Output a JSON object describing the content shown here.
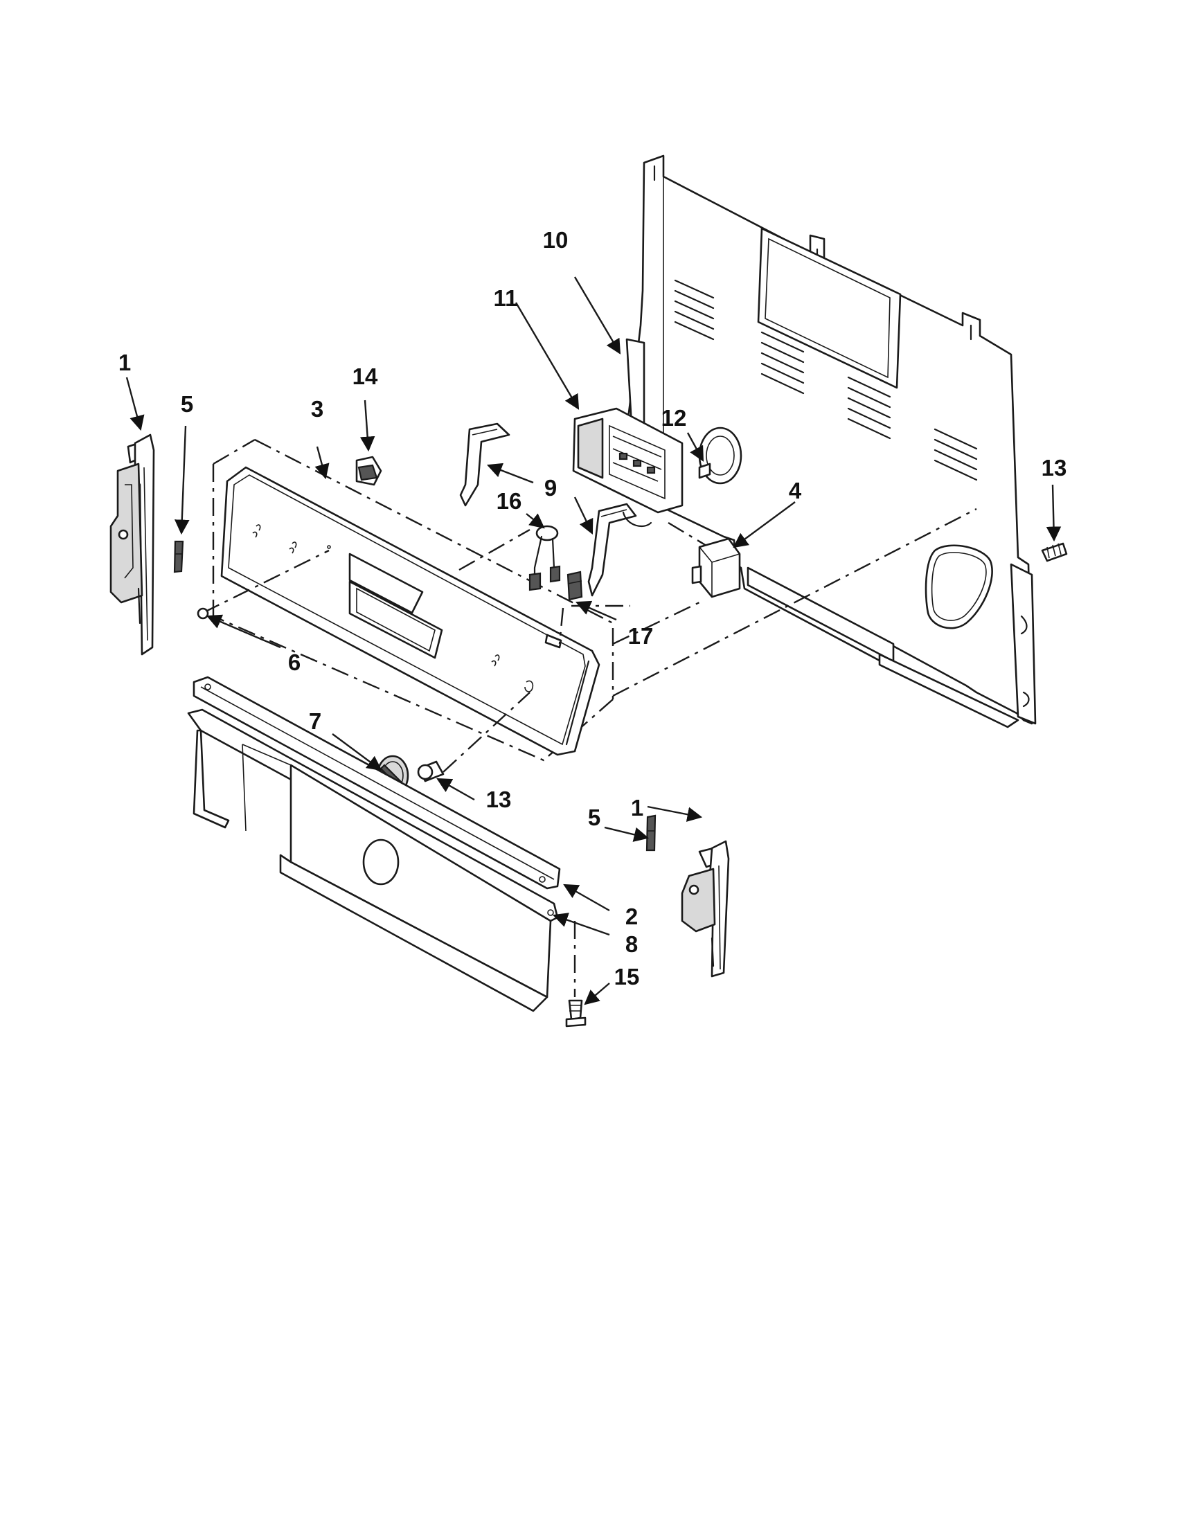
{
  "callouts": [
    {
      "id": "c1a",
      "label": "1"
    },
    {
      "id": "c5a",
      "label": "5"
    },
    {
      "id": "c14",
      "label": "14"
    },
    {
      "id": "c3",
      "label": "3"
    },
    {
      "id": "c11",
      "label": "11"
    },
    {
      "id": "c10",
      "label": "10"
    },
    {
      "id": "c12",
      "label": "12"
    },
    {
      "id": "c9",
      "label": "9"
    },
    {
      "id": "c16",
      "label": "16"
    },
    {
      "id": "c4",
      "label": "4"
    },
    {
      "id": "c13a",
      "label": "13"
    },
    {
      "id": "c17",
      "label": "17"
    },
    {
      "id": "c6",
      "label": "6"
    },
    {
      "id": "c7",
      "label": "7"
    },
    {
      "id": "c13b",
      "label": "13"
    },
    {
      "id": "c1b",
      "label": "1"
    },
    {
      "id": "c5b",
      "label": "5"
    },
    {
      "id": "c2",
      "label": "2"
    },
    {
      "id": "c8",
      "label": "8"
    },
    {
      "id": "c15",
      "label": "15"
    }
  ]
}
